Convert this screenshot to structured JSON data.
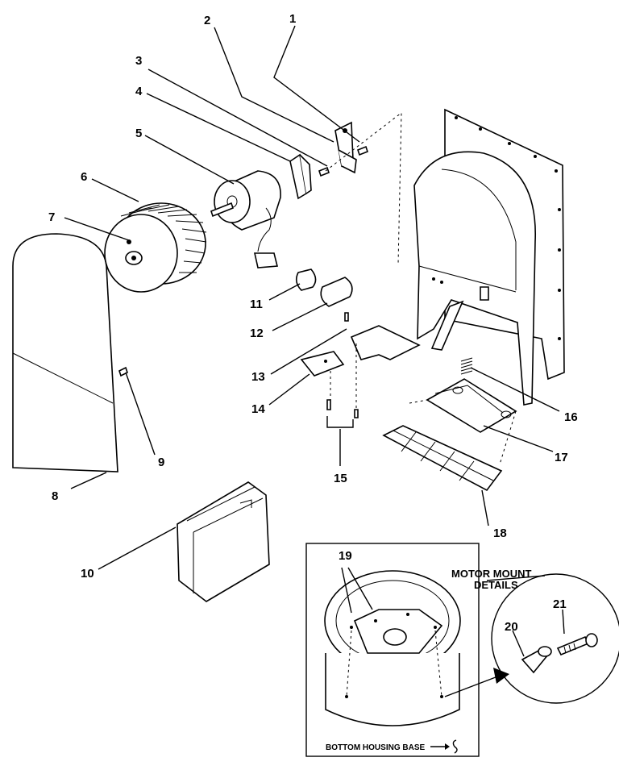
{
  "labels": {
    "l1": "1",
    "l2": "2",
    "l3": "3",
    "l4": "4",
    "l5": "5",
    "l6": "6",
    "l7": "7",
    "l8": "8",
    "l9": "9",
    "l10": "10",
    "l11": "11",
    "l12": "12",
    "l13": "13",
    "l14": "14",
    "l15": "15",
    "l16": "16",
    "l17": "17",
    "l18": "18",
    "l19": "19",
    "l20": "20",
    "l21": "21"
  },
  "inset": {
    "bottom_caption": "BOTTOM HOUSING BASE",
    "detail_title_1": "MOTOR MOUNT",
    "detail_title_2": "DETAILS"
  }
}
